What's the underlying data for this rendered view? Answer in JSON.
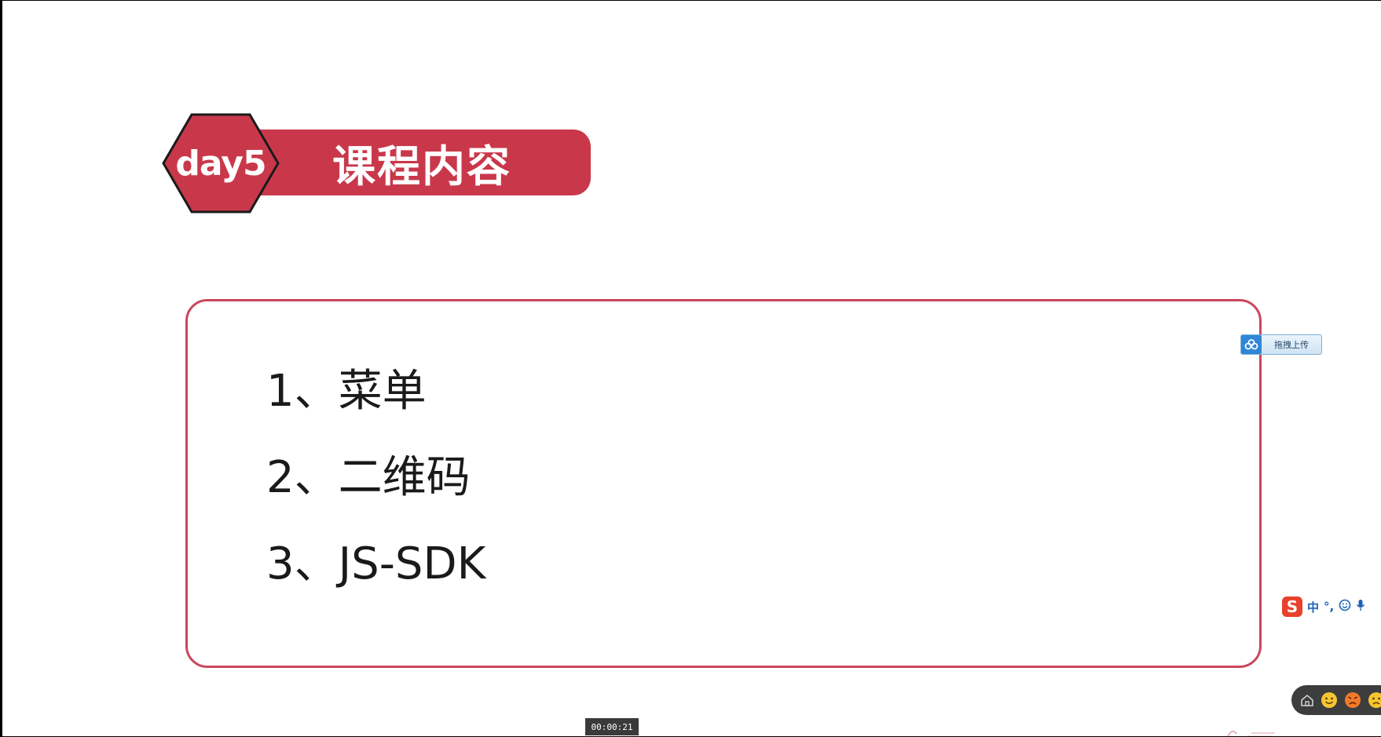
{
  "slide": {
    "badge": "day5",
    "title": "课程内容",
    "items": [
      "1、菜单",
      "2、二维码",
      "3、JS-SDK"
    ]
  },
  "upload_widget": {
    "icon": "baidu-cloud-icon",
    "label": "拖拽上传"
  },
  "ime_bar": {
    "logo": "S",
    "mode": "中",
    "punct": "°,",
    "items": [
      "smiley-icon",
      "microphone-icon"
    ]
  },
  "reaction_bar": {
    "home_icon": "home-icon",
    "emojis": [
      "smile-emoji",
      "angry-emoji",
      "sad-emoji"
    ]
  },
  "player": {
    "timestamp": "00:00:21"
  },
  "colors": {
    "banner": "#c9384a",
    "hexagon_fill": "#c9384a",
    "hexagon_stroke": "#1a1a1a",
    "box_border": "#c9475d"
  }
}
